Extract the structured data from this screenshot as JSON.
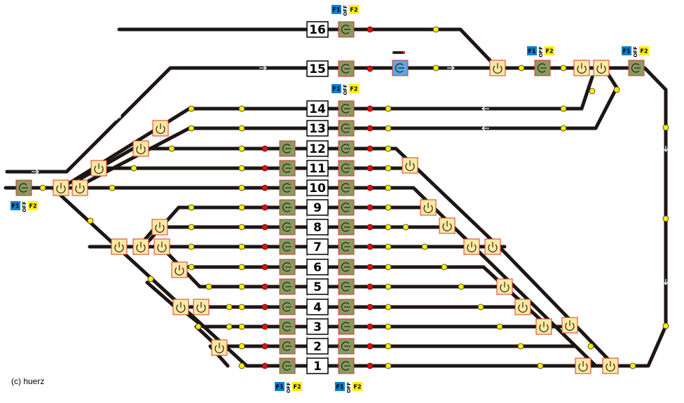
{
  "tracks": [
    {
      "label": "16"
    },
    {
      "label": "15"
    },
    {
      "label": "14"
    },
    {
      "label": "13"
    },
    {
      "label": "12"
    },
    {
      "label": "11"
    },
    {
      "label": "10"
    },
    {
      "label": "9"
    },
    {
      "label": "8"
    },
    {
      "label": "7"
    },
    {
      "label": "6"
    },
    {
      "label": "5"
    },
    {
      "label": "4"
    },
    {
      "label": "3"
    },
    {
      "label": "2"
    },
    {
      "label": "1"
    }
  ],
  "function_keys": {
    "f1": "F1",
    "off": "OFF",
    "f2": "F2"
  },
  "copyright": "(c) huerz",
  "colors": {
    "track": "#1c1614",
    "dot_yellow": "#ffee00",
    "dot_red": "#dd1111",
    "switch_bg": "#ffe9a0",
    "signal_bg": "#8a9a62",
    "signal_active": "#5aa8e8",
    "f1": "#0a7fd0",
    "f2": "#ffee00"
  }
}
